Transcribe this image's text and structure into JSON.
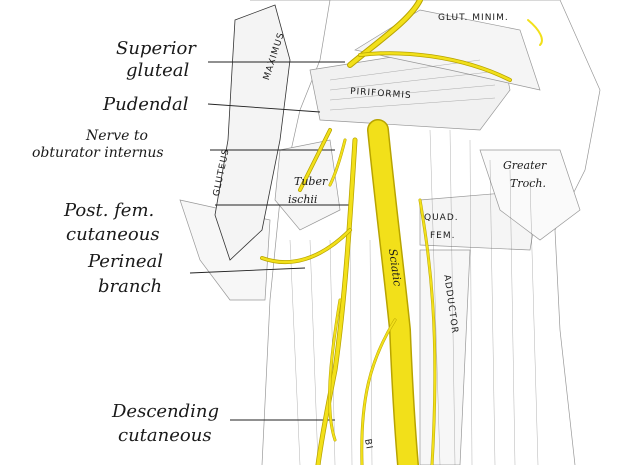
{
  "callouts": {
    "superior_gluteal": [
      "Superior",
      "gluteal"
    ],
    "pudendal": "Pudendal",
    "nerve_to_obturator_internus": [
      "Nerve to",
      "obturator internus"
    ],
    "post_fem_cutaneous": [
      "Post. fem.",
      "cutaneous"
    ],
    "perineal_branch": [
      "Perineal",
      "branch"
    ],
    "descending_cutaneous": [
      "Descending",
      "cutaneous"
    ]
  },
  "structure_tags": {
    "glut_minim": "GLUT. MINIM.",
    "piriformis": "PIRIFORMIS",
    "gluteus_maximus_a": "GLUTEUS",
    "gluteus_maximus_b": "MAXIMUS",
    "tuber_ischii": [
      "Tuber",
      "ischii"
    ],
    "greater_troch": [
      "Greater",
      "Troch."
    ],
    "quad_fem": [
      "QUAD.",
      "FEM."
    ],
    "sciatic": "Sciatic",
    "adductor": "ADDUCTOR",
    "bi": "BI"
  },
  "colors": {
    "nerve": "#f2e01a",
    "nerve_outline": "#b8a400",
    "ink": "#1a1a1a",
    "background": "#ffffff"
  }
}
